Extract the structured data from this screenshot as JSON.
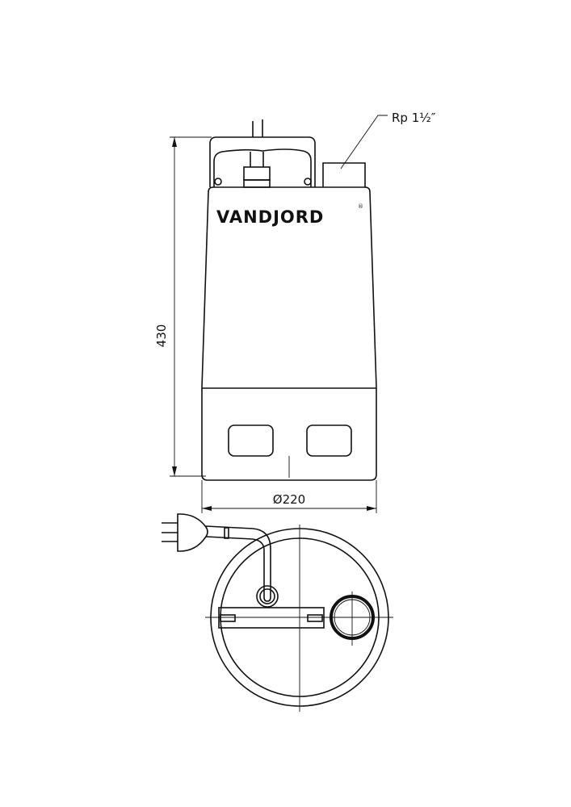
{
  "drawing": {
    "brand_logo": "VANDJORD",
    "outlet_label": "Rp 1½″",
    "height_dimension": "430",
    "diameter_dimension": "Ø220"
  }
}
